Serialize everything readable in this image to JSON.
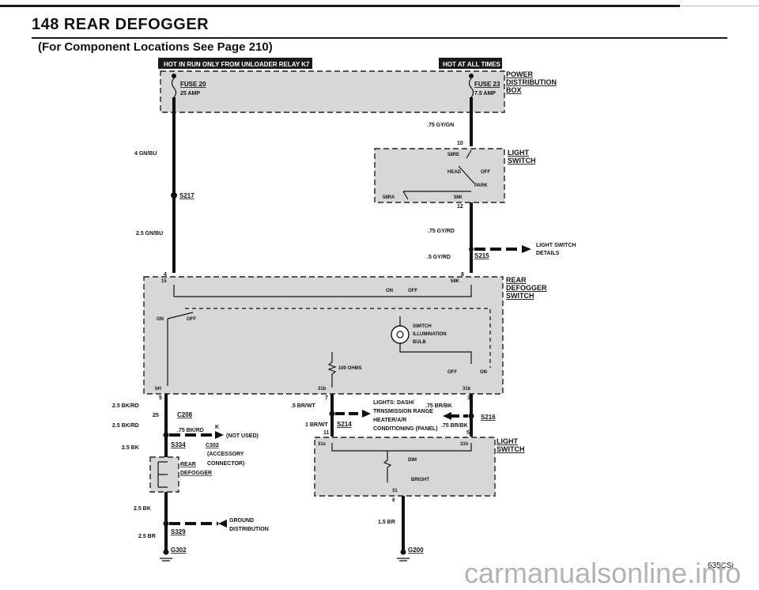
{
  "header": {
    "title": "148 REAR DEFOGGER",
    "subtitle": "(For Component Locations See Page 210)"
  },
  "banners": {
    "hot_in_run": "HOT IN RUN ONLY FROM UNLOADER RELAY K7",
    "hot_at_all_times": "HOT AT ALL TIMES"
  },
  "power_box": {
    "label": [
      "POWER",
      "DISTRIBUTION",
      "BOX"
    ],
    "fuse_left": {
      "name": "FUSE 20",
      "rating": "25 AMP"
    },
    "fuse_right": {
      "name": "FUSE 23",
      "rating": "7.5 AMP"
    }
  },
  "wires": {
    "w1": "4 GN/BU",
    "w2": "2.5 GN/BU",
    "w3": ".75 GY/GN",
    "w4": ".75 GY/RD",
    "w5": ".5 GY/RD",
    "w6": "2.5 BK/RD",
    "w7": "2.5 BK/RD",
    "w8": ".75 BK/RD",
    "w9": "2.5 BK",
    "w10": "2.5 BK",
    "w11": "2.5 BR",
    "w12": ".5 BR/WT",
    "w13": "1 BR/WT",
    "w14": ".75 BR/BK",
    "w15": ".75 BR/BK",
    "w16": "1.5 BR"
  },
  "splices": {
    "s217": "S217",
    "s215": "S215",
    "s208": "C208",
    "s334": "S334",
    "s329": "S329",
    "s214": "S214",
    "s216": "S216"
  },
  "connectors": {
    "c302": "C302",
    "c302_note": [
      "(ACCESSORY",
      "CONNECTOR)"
    ],
    "k": "K",
    "not_used": "(NOT USED)"
  },
  "grounds": {
    "g302": "G302",
    "g200": "G200",
    "ground_dist": [
      "GROUND",
      "DISTRIBUTION"
    ]
  },
  "light_switch_top": {
    "label": [
      "LIGHT",
      "SWITCH"
    ],
    "pin_top": "10",
    "pin_58re": "58RE",
    "head": "HEAD",
    "off": "OFF",
    "park": "PARK",
    "pin_58ra": "58RA",
    "pin_58k": "58K",
    "pin_bottom": "12"
  },
  "light_switch_details": [
    "LIGHT SWITCH",
    "DETAILS"
  ],
  "defogger_switch": {
    "label": [
      "REAR",
      "DEFOGGER",
      "SWITCH"
    ],
    "pin_4": "4",
    "pin_15": "15",
    "pin_8": "8",
    "pin_58k": "58K",
    "on_left": "ON",
    "off_left": "OFF",
    "on_mid": "ON",
    "off_mid": "OFF",
    "bulb": [
      "SWITCH",
      "ILLUMINATION",
      "BULB"
    ],
    "ohms": "100 OHMS",
    "off_right": "OFF",
    "on_right": "ON",
    "pin_bh": "bH",
    "pin_31b": "31b",
    "pin_31b_r": "31b",
    "pin_5": "5",
    "pin_7": "7",
    "pin_3": "3",
    "pin_25": "25"
  },
  "rear_defogger": [
    "REAR",
    "DEFOGGER"
  ],
  "lights_note": [
    "LIGHTS: DASH/",
    "TRNSMISSION RANGE",
    "HEATER/A/R",
    "CONDITIONING (PANEL)"
  ],
  "light_switch_bottom": {
    "label": [
      "LIGHT",
      "SWITCH"
    ],
    "pin_11": "11",
    "pin_5": "5",
    "pin_31s": "31s",
    "pin_31h": "31h",
    "dim": "DIM",
    "bright": "BRIGHT",
    "pin_31": "31",
    "pin_8": "8"
  },
  "footer": {
    "code": "635CSi",
    "watermark": "carmanualsonline.info"
  }
}
